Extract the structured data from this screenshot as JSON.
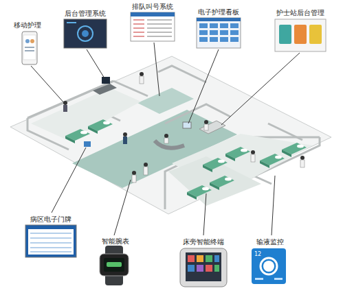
{
  "diagram": {
    "labels": [
      "排队叫号系统",
      "后台管理系统",
      "电子护理看板",
      "护士站后台管理",
      "移动护理",
      "病区电子门牌",
      "智能腕表",
      "床旁智能终端",
      "输液监控",
      "12"
    ]
  }
}
